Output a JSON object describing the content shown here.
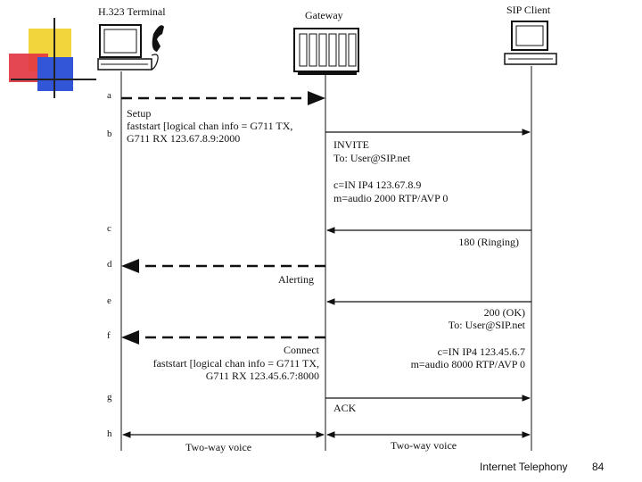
{
  "entities": {
    "h323": "H.323 Terminal",
    "gateway": "Gateway",
    "sip": "SIP Client"
  },
  "steps": [
    "a",
    "b",
    "c",
    "d",
    "e",
    "f",
    "g",
    "h"
  ],
  "messages": {
    "setup": [
      "Setup",
      "faststart [logical chan info = G711 TX,",
      "G711 RX 123.67.8.9:2000"
    ],
    "invite": [
      "INVITE",
      "To: User@SIP.net",
      "",
      "c=IN IP4 123.67.8.9",
      "m=audio 2000 RTP/AVP 0"
    ],
    "ringing": "180 (Ringing)",
    "alerting": "Alerting",
    "ok": [
      "200 (OK)",
      "To: User@SIP.net",
      "",
      "c=IN IP4 123.45.6.7",
      "m=audio 8000 RTP/AVP 0"
    ],
    "connect": [
      "Connect",
      "faststart [logical chan info = G711 TX,",
      "G711 RX 123.45.6.7:8000"
    ],
    "ack": "ACK",
    "voice_left": "Two-way voice",
    "voice_right": "Two-way voice"
  },
  "footer": {
    "title": "Internet Telephony",
    "page": "84"
  },
  "colors": {
    "yellow": "#f2d53c",
    "red": "#e2333f",
    "blue": "#3356d8"
  }
}
